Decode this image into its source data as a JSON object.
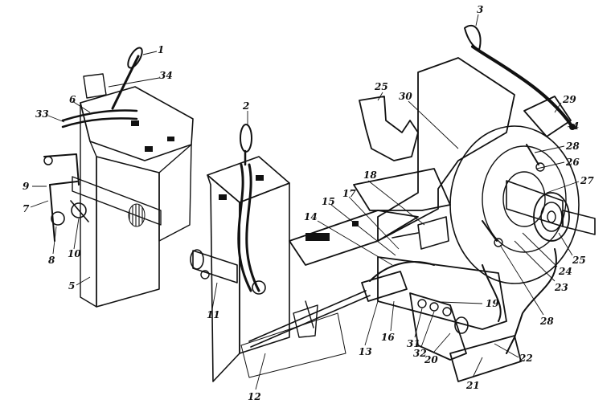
{
  "labels": [
    "1",
    "2",
    "3",
    "4",
    "5",
    "6",
    "7",
    "8",
    "9",
    "10",
    "11",
    "12",
    "13",
    "14",
    "15",
    "16",
    "17",
    "18",
    "19",
    "20",
    "21",
    "22",
    "23",
    "24",
    "25",
    "25",
    "26",
    "27",
    "28",
    "28",
    "29",
    "30",
    "31",
    "32",
    "33",
    "34"
  ],
  "colors": {
    "ink": "#111111",
    "paper": "#ffffff",
    "shade": "#333333"
  }
}
